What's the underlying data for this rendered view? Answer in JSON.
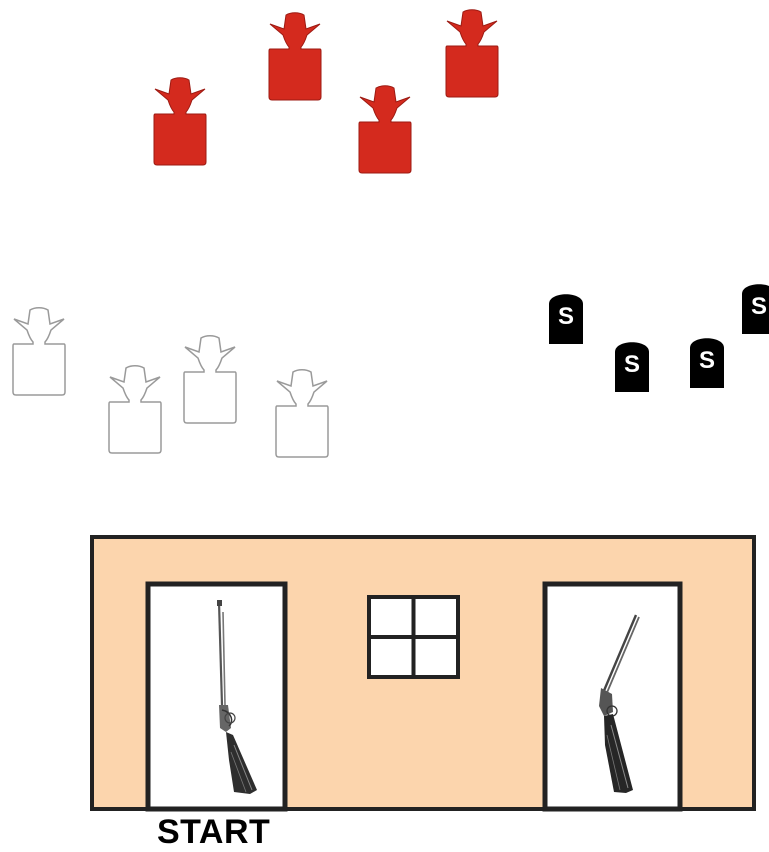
{
  "colors": {
    "shoot_target": "#d42a1e",
    "no_shoot_target_fill": "#ffffff",
    "no_shoot_target_outline": "#9a9a9a",
    "shotgun_target": "#000000",
    "building_wall": "#fcd5ad",
    "building_outline": "#222222"
  },
  "stage": {
    "start_label": "START",
    "shotgun_target_letter": "S"
  },
  "icons": {
    "red_target": "cowboy-silhouette-target-red",
    "white_target": "cowboy-silhouette-target-no-shoot",
    "shotgun_target": "tombstone-knockdown-target",
    "rifle": "lever-action-rifle-icon",
    "shotgun": "double-barrel-shotgun-icon"
  }
}
